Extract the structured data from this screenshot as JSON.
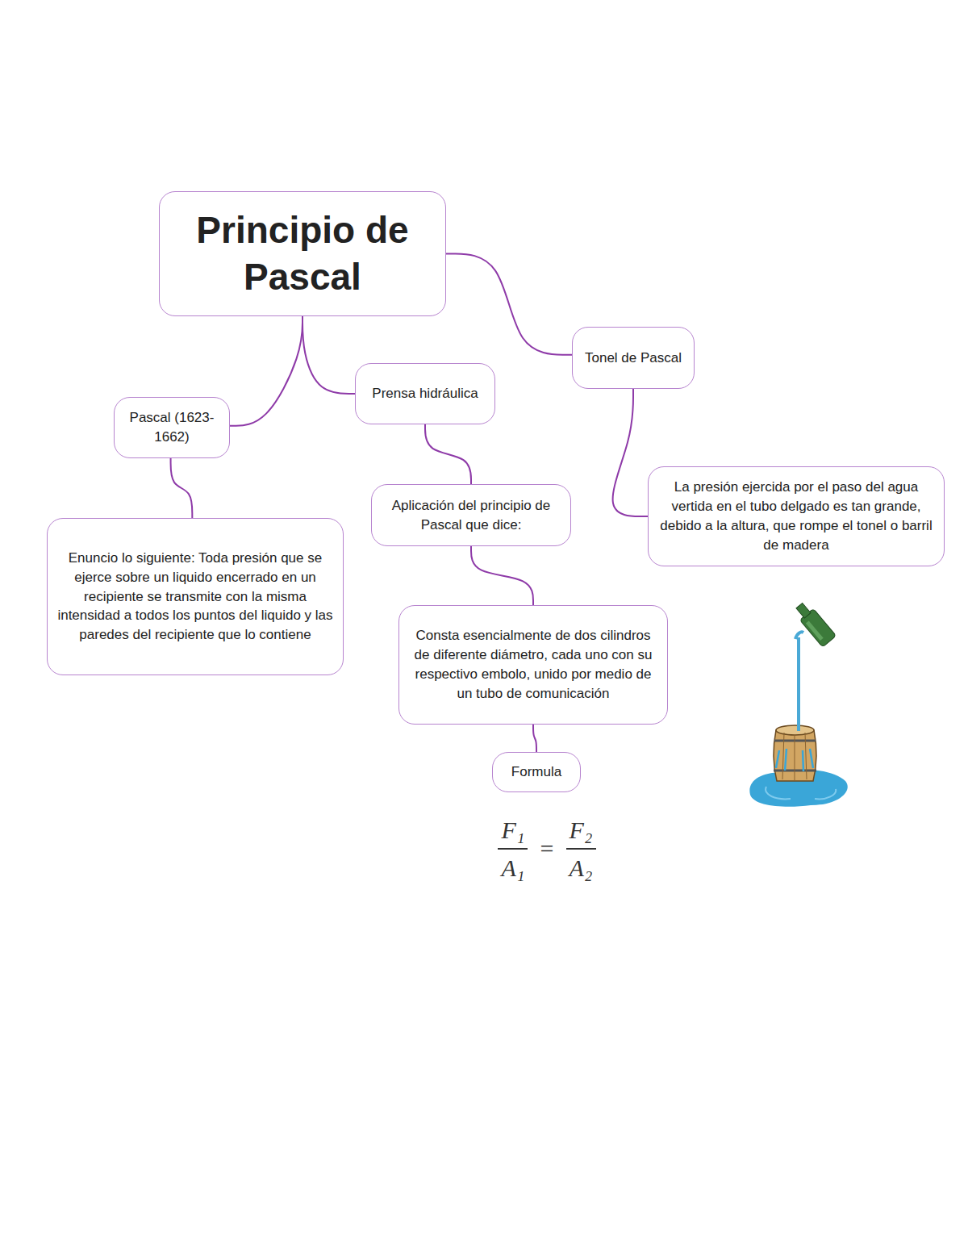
{
  "diagram": {
    "nodes": [
      {
        "text": [
          "Principio de Pascal"
        ]
      },
      {
        "text": [
          "Tonel de Pascal"
        ]
      },
      {
        "text": [
          "Prensa hidráulica"
        ]
      },
      {
        "text": [
          "Pascal (1623-1662)"
        ]
      },
      {
        "text": [
          "Aplicación del principio de Pascal que dice:"
        ]
      },
      {
        "text": [
          "La presión ejercida por el paso del agua vertida en el tubo delgado es tan grande, debido a la altura, que rompe el tonel o barril de madera"
        ]
      },
      {
        "text": [
          "Enuncio lo siguiente: Toda presión que se ejerce sobre un liquido encerrado en un recipiente se transmite con la misma intensidad a todos los puntos del liquido y las paredes del recipiente que lo contiene"
        ]
      },
      {
        "text": [
          "Consta esencialmente de dos cilindros de diferente diámetro, cada uno con su respectivo embolo, unido por medio de un tubo de comunicación"
        ]
      },
      {
        "text": [
          "Formula"
        ]
      }
    ],
    "edges": [
      {
        "from": 0,
        "to": 3,
        "arrow": "none"
      },
      {
        "from": 0,
        "to": 2,
        "arrow": "none"
      },
      {
        "from": 0,
        "to": 1,
        "arrow": "none"
      },
      {
        "from": 3,
        "to": 6,
        "arrow": "none"
      },
      {
        "from": 2,
        "to": 4,
        "arrow": "none"
      },
      {
        "from": 4,
        "to": 7,
        "arrow": "none"
      },
      {
        "from": 7,
        "to": 8,
        "arrow": "none"
      },
      {
        "from": 1,
        "to": 5,
        "arrow": "none"
      }
    ],
    "labels": [
      "F₁",
      "A₁",
      "=",
      "F₂",
      "A₂"
    ]
  }
}
